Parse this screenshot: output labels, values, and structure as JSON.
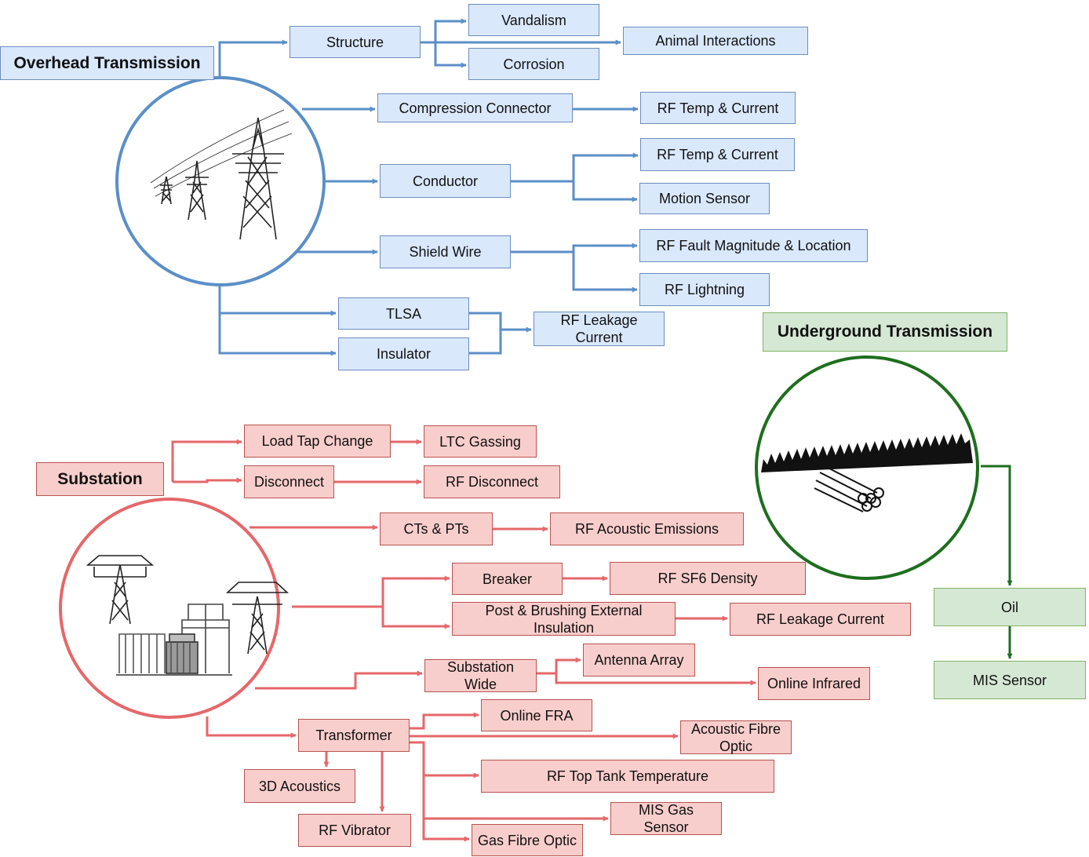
{
  "colors": {
    "overhead_line": "#5b8fc7",
    "overhead_fill": "#dae8fc",
    "substation_line": "#e5676a",
    "substation_fill": "#f8cecc",
    "underground_line": "#1e6e1e",
    "underground_fill": "#d5e8d4"
  },
  "icons": {
    "overhead": "transmission-towers-icon",
    "substation": "substation-equipment-icon",
    "underground": "underground-cable-icon"
  },
  "overhead": {
    "title": "Overhead Transmission",
    "structure": "Structure",
    "vandalism": "Vandalism",
    "animal_interactions": "Animal Interactions",
    "corrosion": "Corrosion",
    "compression_connector": "Compression Connector",
    "rf_temp_current_1": "RF Temp & Current",
    "conductor": "Conductor",
    "rf_temp_current_2": "RF Temp & Current",
    "motion_sensor": "Motion Sensor",
    "shield_wire": "Shield Wire",
    "rf_fault": "RF Fault Magnitude & Location",
    "rf_lightning": "RF Lightning",
    "tlsa": "TLSA",
    "insulator": "Insulator",
    "rf_leakage_current": "RF Leakage\nCurrent"
  },
  "underground": {
    "title": "Underground Transmission",
    "oil": "Oil",
    "mis_sensor": "MIS Sensor"
  },
  "substation": {
    "title": "Substation",
    "load_tap_change": "Load Tap Change",
    "ltc_gassing": "LTC Gassing",
    "disconnect": "Disconnect",
    "rf_disconnect": "RF Disconnect",
    "cts_pts": "CTs & PTs",
    "rf_acoustic_emissions": "RF Acoustic Emissions",
    "breaker": "Breaker",
    "rf_sf6_density": "RF SF6 Density",
    "post_bushing": "Post & Brushing External\nInsulation",
    "rf_leakage_current": "RF Leakage Current",
    "substation_wide": "Substation\nWide",
    "antenna_array": "Antenna Array",
    "online_infrared": "Online Infrared",
    "transformer": "Transformer",
    "online_fra": "Online FRA",
    "acoustic_fibre_optic": "Acoustic Fibre\nOptic",
    "rf_top_tank_temperature": "RF Top Tank Temperature",
    "mis_gas_sensor": "MIS Gas\nSensor",
    "gas_fibre_optic": "Gas Fibre Optic",
    "acoustics_3d": "3D Acoustics",
    "rf_vibrator": "RF Vibrator"
  }
}
